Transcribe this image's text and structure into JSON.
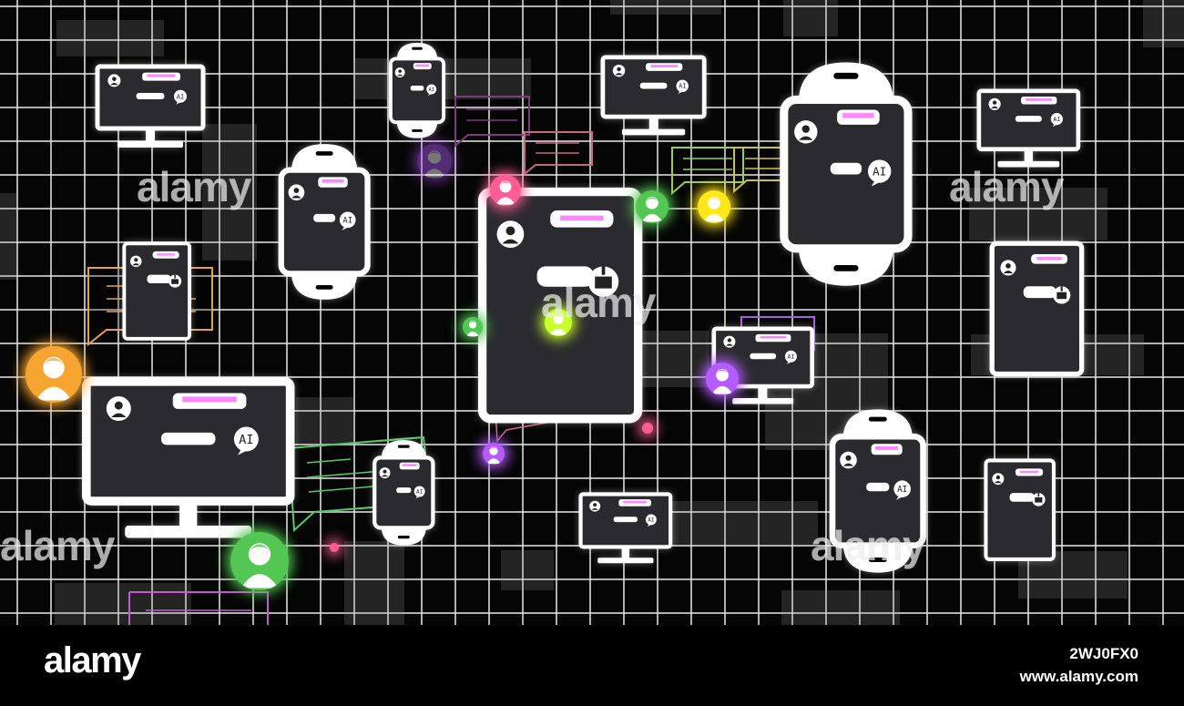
{
  "watermark": {
    "text": "alamy"
  },
  "footer": {
    "brand": "alamy",
    "image_id": "2WJ0FX0",
    "url": "www.alamy.com"
  },
  "device_badge": "AI",
  "icons": {
    "device": "device-screen-icon",
    "avatar": "user-avatar-icon",
    "bubble": "chat-bubble-icon",
    "robot": "robot-icon"
  },
  "colors": {
    "background": "#050505",
    "grid": "#e1e1e1",
    "device": "#ffffff",
    "accent_pink": "#ff86ff",
    "avatar_orange": "#f7a531",
    "avatar_green": "#53c653",
    "avatar_pink": "#ff5e95",
    "avatar_lime": "#c8ff2e",
    "avatar_yellow": "#ffe81a",
    "avatar_purple": "#b45cff"
  }
}
